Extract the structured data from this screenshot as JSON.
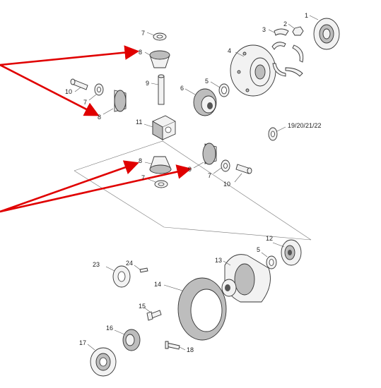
{
  "diagram": {
    "labels": {
      "l1": "1",
      "l2": "2",
      "l3": "3",
      "l4": "4",
      "l5a": "5",
      "l5b": "5",
      "l6": "6",
      "l7a": "7",
      "l7b": "7",
      "l7c": "7",
      "l7d": "7",
      "l8a": "8",
      "l8b": "8",
      "l8c": "8",
      "l9a": "9",
      "l9b": "9",
      "l10a": "10",
      "l10b": "10",
      "l11": "11",
      "l12": "12",
      "l13": "13",
      "l14": "14",
      "l15": "15",
      "l16": "16",
      "l17": "17",
      "l18": "18",
      "l23": "23",
      "l24": "24",
      "l19": "19/20/21/22"
    },
    "colors": {
      "arrow": "#e00000",
      "ink": "#333333"
    }
  }
}
